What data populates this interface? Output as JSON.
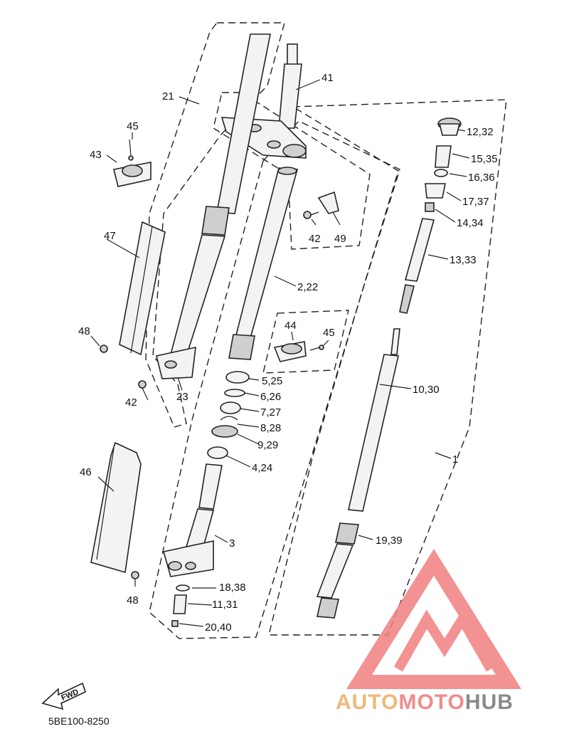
{
  "diagram_code": "5BE100-8250",
  "direction_label": "FWD",
  "watermark": {
    "parts": [
      "AUTO",
      "MOTO",
      "HUB"
    ],
    "colors": [
      "#f0b87a",
      "#f08c8c",
      "#8a8a8a"
    ],
    "logo_color": "#f08080"
  },
  "callouts": {
    "c1": "1",
    "c2_22": "2,22",
    "c3": "3",
    "c4_24": "4,24",
    "c5_25": "5,25",
    "c6_26": "6,26",
    "c7_27": "7,27",
    "c8_28": "8,28",
    "c9_29": "9,29",
    "c10_30": "10,30",
    "c11_31": "11,31",
    "c12_32": "12,32",
    "c13_33": "13,33",
    "c14_34": "14,34",
    "c15_35": "15,35",
    "c16_36": "16,36",
    "c17_37": "17,37",
    "c18_38": "18,38",
    "c19_39": "19,39",
    "c20_40": "20,40",
    "c21": "21",
    "c23": "23",
    "c41": "41",
    "c42a": "42",
    "c42b": "42",
    "c43": "43",
    "c44": "44",
    "c45a": "45",
    "c45b": "45",
    "c46": "46",
    "c47": "47",
    "c48a": "48",
    "c48b": "48",
    "c49": "49"
  }
}
